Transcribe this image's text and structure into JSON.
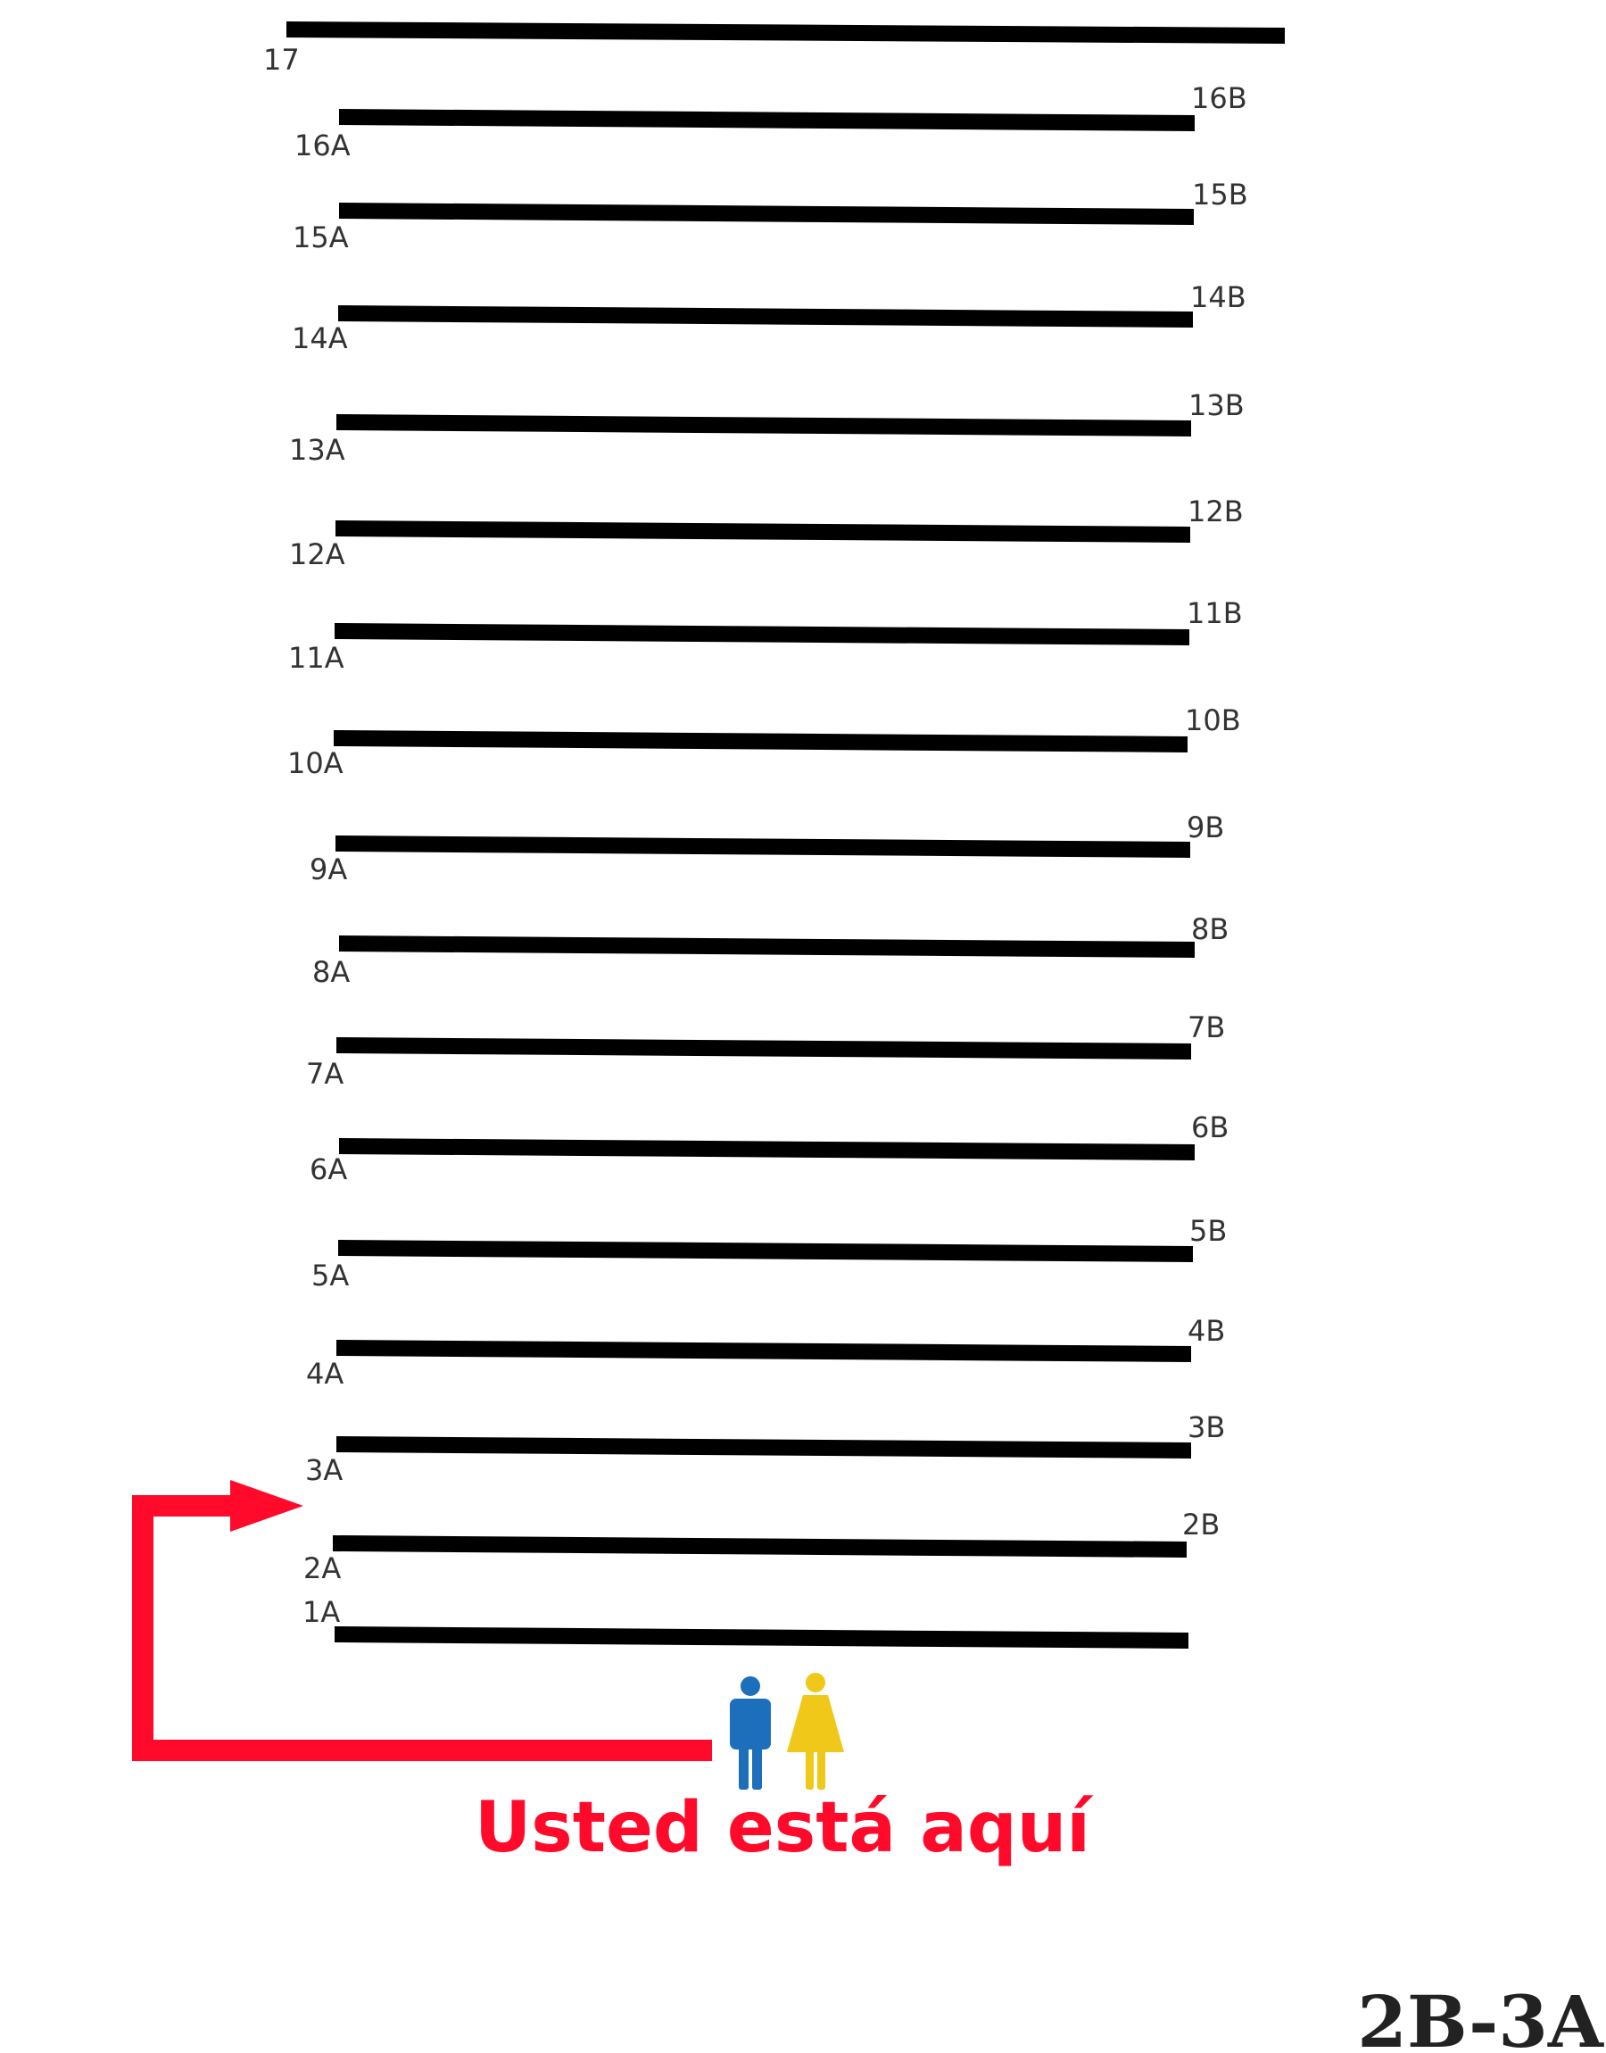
{
  "colors": {
    "shelf": "#000000",
    "label": "#333333",
    "route": "#ff0a2a",
    "man": "#1e6fbb",
    "woman": "#f0c81a",
    "code": "#222222"
  },
  "aisles": [
    {
      "id": "17",
      "left": "17",
      "right": ""
    },
    {
      "id": "16",
      "left": "16A",
      "right": "16B"
    },
    {
      "id": "15",
      "left": "15A",
      "right": "15B"
    },
    {
      "id": "14",
      "left": "14A",
      "right": "14B"
    },
    {
      "id": "13",
      "left": "13A",
      "right": "13B"
    },
    {
      "id": "12",
      "left": "12A",
      "right": "12B"
    },
    {
      "id": "11",
      "left": "11A",
      "right": "11B"
    },
    {
      "id": "10",
      "left": "10A",
      "right": "10B"
    },
    {
      "id": "9",
      "left": "9A",
      "right": "9B"
    },
    {
      "id": "8",
      "left": "8A",
      "right": "8B"
    },
    {
      "id": "7",
      "left": "7A",
      "right": "7B"
    },
    {
      "id": "6",
      "left": "6A",
      "right": "6B"
    },
    {
      "id": "5",
      "left": "5A",
      "right": "5B"
    },
    {
      "id": "4",
      "left": "4A",
      "right": "4B"
    },
    {
      "id": "3",
      "left": "3A",
      "right": "3B"
    },
    {
      "id": "2",
      "left": "2A",
      "right": "2B"
    },
    {
      "id": "1",
      "left": "1A",
      "right": ""
    }
  ],
  "you_are_here": "Usted está aquí",
  "icons": {
    "man": "man-restroom-icon",
    "woman": "woman-restroom-icon"
  },
  "section_code": "2B-3A"
}
